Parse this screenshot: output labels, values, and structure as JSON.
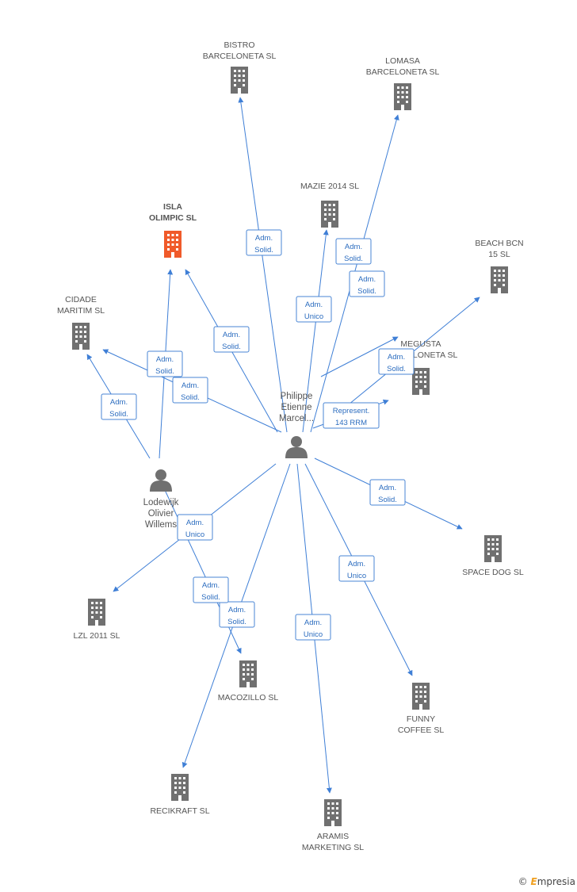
{
  "colors": {
    "building": "#707070",
    "highlight": "#f05a2a",
    "person": "#707070",
    "edge": "#3f7fd6"
  },
  "nodes": {
    "bistro": {
      "lines": [
        "BISTRO",
        "BARCELONETA SL"
      ],
      "icon": "building-icon"
    },
    "lomasa": {
      "lines": [
        "LOMASA",
        "BARCELONETA SL"
      ],
      "icon": "building-icon"
    },
    "mazie": {
      "lines": [
        "MAZIE 2014  SL"
      ],
      "icon": "building-icon"
    },
    "isla": {
      "lines": [
        "ISLA",
        "OLIMPIC  SL"
      ],
      "icon": "building-icon",
      "highlight": true
    },
    "beach": {
      "lines": [
        "BEACH BCN",
        "15 SL"
      ],
      "icon": "building-icon"
    },
    "cidade": {
      "lines": [
        "CIDADE",
        "MARITIM SL"
      ],
      "icon": "building-icon"
    },
    "megusta": {
      "lines": [
        "MEGUSTA",
        "BARCELONETA SL"
      ],
      "icon": "building-icon"
    },
    "philippe": {
      "lines": [
        "Philippe",
        "Etienne",
        "Marcel..."
      ],
      "icon": "person-icon"
    },
    "lodewijk": {
      "lines": [
        "Lodewijk",
        "Olivier",
        "Willems"
      ],
      "icon": "person-icon"
    },
    "spacedog": {
      "lines": [
        "SPACE DOG SL"
      ],
      "icon": "building-icon"
    },
    "lzl": {
      "lines": [
        "LZL 2011 SL"
      ],
      "icon": "building-icon"
    },
    "macozillo": {
      "lines": [
        "MACOZILLO SL"
      ],
      "icon": "building-icon"
    },
    "funny": {
      "lines": [
        "FUNNY",
        "COFFEE SL"
      ],
      "icon": "building-icon"
    },
    "recikraft": {
      "lines": [
        "RECIKRAFT  SL"
      ],
      "icon": "building-icon"
    },
    "aramis": {
      "lines": [
        "ARAMIS",
        "MARKETING SL"
      ],
      "icon": "building-icon"
    }
  },
  "edges": [
    {
      "from": "philippe",
      "to": "bistro",
      "label": [
        "Adm.",
        "Solid."
      ]
    },
    {
      "from": "philippe",
      "to": "lomasa",
      "label": [
        "Adm.",
        "Solid."
      ]
    },
    {
      "from": "philippe",
      "to": "mazie",
      "label": [
        "Adm.",
        "Unico"
      ]
    },
    {
      "from": "philippe",
      "to": "megusta",
      "label": [
        "Adm.",
        "Solid."
      ]
    },
    {
      "from": "philippe",
      "to": "isla",
      "label": [
        "Adm.",
        "Solid."
      ]
    },
    {
      "from": "philippe",
      "to": "cidade",
      "label": [
        "Adm.",
        "Solid."
      ]
    },
    {
      "from": "philippe",
      "to": "beach",
      "label": [
        "Adm.",
        "Solid."
      ]
    },
    {
      "from": "philippe",
      "to": "megusta2",
      "label": [
        "Represent.",
        "143 RRM"
      ]
    },
    {
      "from": "philippe",
      "to": "spacedog",
      "label": [
        "Adm.",
        "Solid."
      ]
    },
    {
      "from": "philippe",
      "to": "lzl",
      "label": [
        "Adm.",
        "Unico"
      ]
    },
    {
      "from": "philippe",
      "to": "recikraft",
      "label": [
        "Adm.",
        "Solid."
      ]
    },
    {
      "from": "philippe",
      "to": "aramis",
      "label": [
        "Adm.",
        "Unico"
      ]
    },
    {
      "from": "philippe",
      "to": "funny",
      "label": [
        "Adm.",
        "Unico"
      ]
    },
    {
      "from": "lodewijk",
      "to": "isla",
      "label": [
        "Adm.",
        "Solid."
      ]
    },
    {
      "from": "lodewijk",
      "to": "cidade",
      "label": [
        "Adm.",
        "Solid."
      ]
    },
    {
      "from": "lodewijk",
      "to": "macozillo",
      "label": [
        "Adm.",
        "Solid."
      ]
    }
  ],
  "footer": {
    "copyright": "©",
    "brand_initial": "E",
    "brand_rest": "mpresia"
  }
}
